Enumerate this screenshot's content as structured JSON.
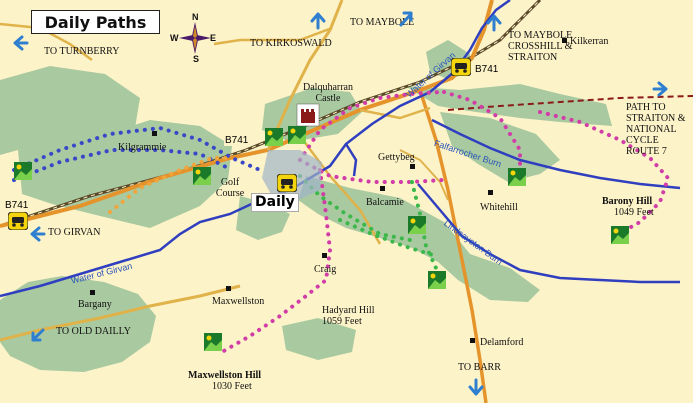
{
  "title": "Daily Paths",
  "town_label": "Daily",
  "compass": {
    "n": "N",
    "s": "S",
    "e": "E",
    "w": "W"
  },
  "road_label": "B741",
  "places": {
    "turnberry": "TO TURNBERRY",
    "kirkoswald": "TO KIRKOSWALD",
    "maybole": "TO MAYBOLE",
    "maybole_cs": "TO MAYBOLE CROSSHILL & STRAITON",
    "kilkerran": "Kilkerran",
    "dalquharran": "Dalquharran Castle",
    "kilgrammie": "Kilgrammie",
    "golf": "Golf Course",
    "gettybeg": "Gettybeg",
    "balcamie": "Balcamie",
    "whitehill": "Whitehill",
    "to_girvan": "TO GIRVAN",
    "craig": "Craig",
    "bargany": "Bargany",
    "maxwellston": "Maxwellston",
    "old_daily": "TO OLD DAILLY",
    "delamford": "Delamford",
    "to_barr": "TO BARR",
    "path_straiton": "PATH TO STRAITON & NATIONAL CYCLE ROUTE 7"
  },
  "rivers": {
    "girvan_top": "Water of Girvan",
    "girvan_bottom": "Water of Girvan",
    "falfarrocher": "Falfarrocher Burn",
    "lindsayston": "Lindsayston Burn"
  },
  "hills": {
    "barony_name": "Barony Hill",
    "barony_height": "1049 Feet",
    "hadyard_name": "Hadyard Hill",
    "hadyard_height": "1059 Feet",
    "maxwellston_name": "Maxwellston Hill",
    "maxwellston_height": "1030 Feet"
  },
  "colors": {
    "background": "#fdf3c8",
    "woodland": "#a9c9a0",
    "river": "#2f3fbf",
    "road_major": "#e5942c",
    "road_minor": "#e0b24a",
    "railway": "#5a4a2a",
    "path_pink": "#d23ca8",
    "path_blue": "#3a48c8",
    "path_green": "#3bb84a",
    "path_orange": "#f2a53a",
    "cycle_route": "#8b1a1a"
  }
}
